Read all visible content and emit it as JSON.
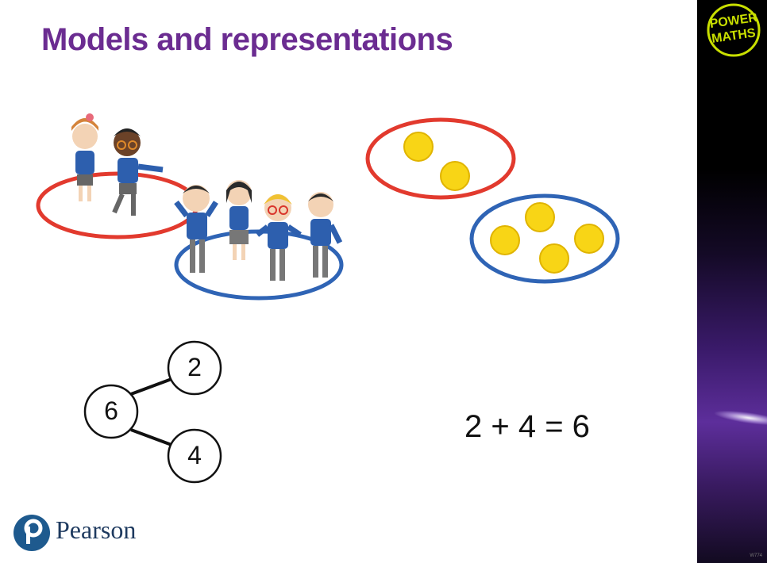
{
  "slide": {
    "title": "Models and representations",
    "equation": "2 + 4 = 6",
    "part_whole": {
      "whole": "6",
      "part_top": "2",
      "part_bottom": "4"
    },
    "counters": {
      "group_one": 2,
      "group_two": 4
    },
    "hoops": {
      "left_color": "#e23a2e",
      "right_color": "#2f64b5"
    },
    "children": {
      "in_red_hoop": 2,
      "in_blue_hoop": 4
    },
    "brand": {
      "badge_line1": "POWER",
      "badge_line2": "MATHS",
      "logo_text": "Pearson",
      "corner_code": "W774"
    },
    "colors": {
      "title": "#6b2c91",
      "counter_fill": "#f8d516",
      "badge_text": "#c9df00"
    }
  }
}
